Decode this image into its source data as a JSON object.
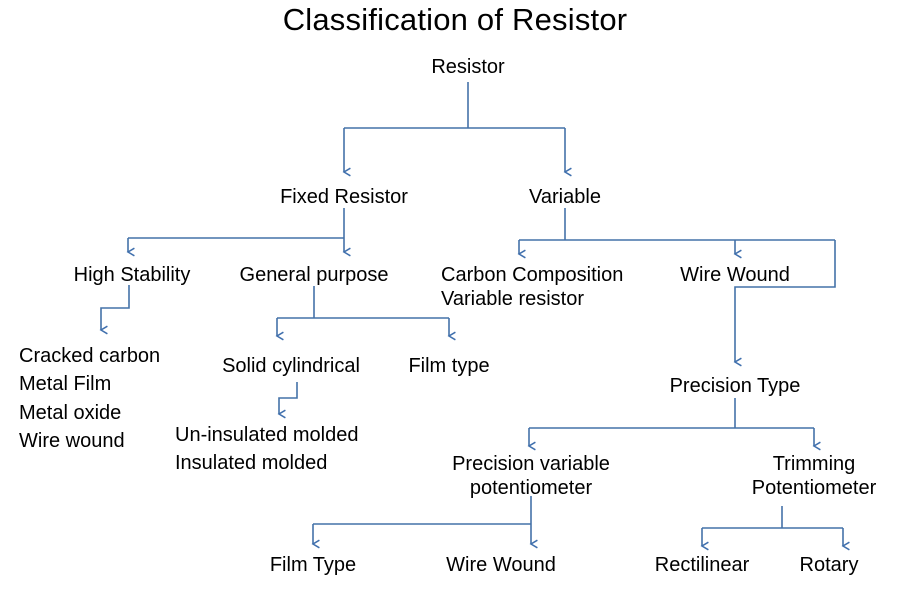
{
  "diagram": {
    "title": "Classification of Resistor",
    "type": "tree-diagram",
    "line_color": "#4472a8",
    "text_color": "#000000",
    "background": "#ffffff",
    "root": {
      "label": "Resistor"
    },
    "level2": {
      "fixed": "Fixed Resistor",
      "variable": "Variable"
    },
    "level3": {
      "high_stability": "High Stability",
      "general_purpose": "General purpose",
      "carbon_composition_line1": "Carbon Composition",
      "carbon_composition_line2": "Variable resistor",
      "wire_wound": "Wire Wound"
    },
    "level4": {
      "high_stability_types": [
        "Cracked carbon",
        "Metal Film",
        "Metal oxide",
        "Wire wound"
      ],
      "solid_cylindrical": "Solid cylindrical",
      "film_type": "Film type",
      "precision_type": "Precision Type"
    },
    "level5": {
      "un_insulated_molded": "Un-insulated molded",
      "insulated_molded": "Insulated molded",
      "precision_variable_line1": "Precision variable",
      "precision_variable_line2": "potentiometer",
      "trimming_line1": "Trimming",
      "trimming_line2": "Potentiometer"
    },
    "level6": {
      "film_type": "Film Type",
      "wire_wound": "Wire Wound",
      "rectilinear": "Rectilinear",
      "rotary": "Rotary"
    }
  }
}
